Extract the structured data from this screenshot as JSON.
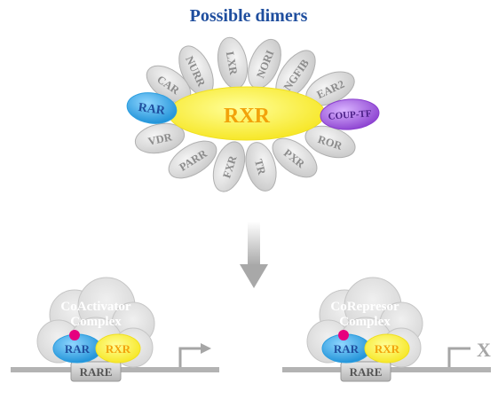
{
  "title": "Possible dimers",
  "center": {
    "label": "RXR"
  },
  "partners": {
    "rar": "RAR",
    "coup": "COUP-TF",
    "car": "CAR",
    "nurr": "NURR",
    "lxr": "LXR",
    "nori": "NORI",
    "ngfib": "NGFIB",
    "ear2": "EAR2",
    "ror": "ROR",
    "pxr": "PXR",
    "tr": "TR",
    "fxr": "FXR",
    "parr": "PARR",
    "vdr": "VDR"
  },
  "left_complex": {
    "name_line1": "CoActivator",
    "name_line2": "Complex",
    "rar": "RAR",
    "rxr": "RXR",
    "element": "RARE"
  },
  "right_complex": {
    "name_line1": "CoRepresor",
    "name_line2": "Complex",
    "rar": "RAR",
    "rxr": "RXR",
    "element": "RARE",
    "blocked_mark": "X"
  },
  "colors": {
    "title": "#1f4e9e",
    "rxr_fill": "#fff36a",
    "rxr_text": "#f2a20a",
    "rar_fill": "#2aa7e8",
    "rar_text": "#1f4e9e",
    "coup_fill": "#9b56d6",
    "partner_fill": "#d9d9d9",
    "partner_text": "#8c8c8c",
    "complex_text": "#ffffff",
    "ligand": "#e6007e",
    "dna": "#b3b3b3"
  }
}
